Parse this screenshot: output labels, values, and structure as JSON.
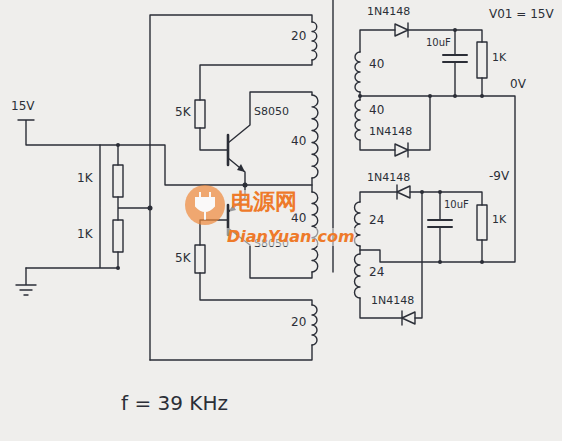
{
  "diagram": {
    "nodes": [],
    "edges": [],
    "labels": [
      "15V",
      "1K",
      "1K",
      "5K",
      "S8050",
      "20",
      "40",
      "40",
      "S8050",
      "5K",
      "20",
      "1N4148",
      "V01 = 15V",
      "10uF",
      "1K",
      "40",
      "40",
      "0V",
      "1N4148",
      "-9V",
      "1N4148",
      "10uF",
      "1K",
      "24",
      "24",
      "1N4148",
      "f = 39 KHz",
      "电源网",
      "DianYuan.com"
    ]
  }
}
